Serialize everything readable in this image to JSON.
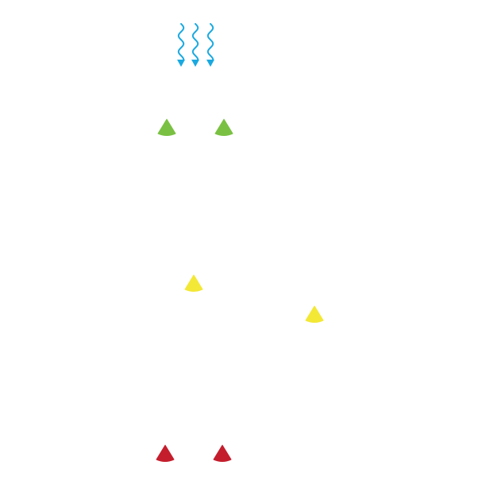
{
  "diagram": {
    "background_color": "#ffffff",
    "incoming_wave_arrows": {
      "icon": "wavy-down-arrow-icon",
      "color": "#1aa9e0",
      "count": 3
    },
    "markers": [
      {
        "id": "green-1",
        "color": "#7ac143",
        "icon": "rounded-triangle-icon"
      },
      {
        "id": "green-2",
        "color": "#7ac143",
        "icon": "rounded-triangle-icon"
      },
      {
        "id": "yellow-1",
        "color": "#f3e836",
        "icon": "rounded-triangle-icon"
      },
      {
        "id": "yellow-2",
        "color": "#f3e836",
        "icon": "rounded-triangle-icon"
      },
      {
        "id": "red-1",
        "color": "#c41e2d",
        "icon": "rounded-triangle-icon"
      },
      {
        "id": "red-2",
        "color": "#c41e2d",
        "icon": "rounded-triangle-icon"
      }
    ]
  }
}
